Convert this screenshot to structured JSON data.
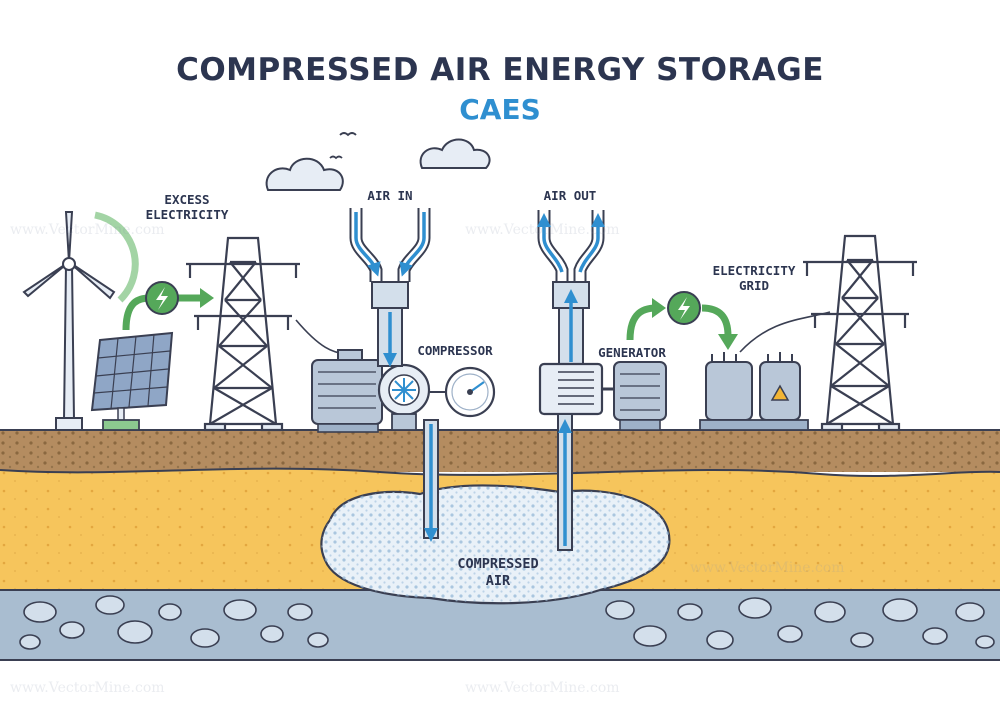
{
  "title": "COMPRESSED AIR ENERGY STORAGE",
  "subtitle": "CAES",
  "labels": {
    "excess_electricity_1": "EXCESS",
    "excess_electricity_2": "ELECTRICITY",
    "air_in": "AIR IN",
    "air_out": "AIR OUT",
    "compressor": "COMPRESSOR",
    "generator": "GENERATOR",
    "electricity_grid_1": "ELECTRICITY",
    "electricity_grid_2": "GRID",
    "compressed_air_1": "COMPRESSED",
    "compressed_air_2": "AIR"
  },
  "watermark": "www.VectorMine.com",
  "colors": {
    "title": "#2c3550",
    "subtitle": "#2f8fd0",
    "air_flow": "#2f8fd0",
    "energy": "#55a85a",
    "soil_top": "#b08a5e",
    "sand": "#f6c55c",
    "bedrock": "#a8bccf"
  }
}
